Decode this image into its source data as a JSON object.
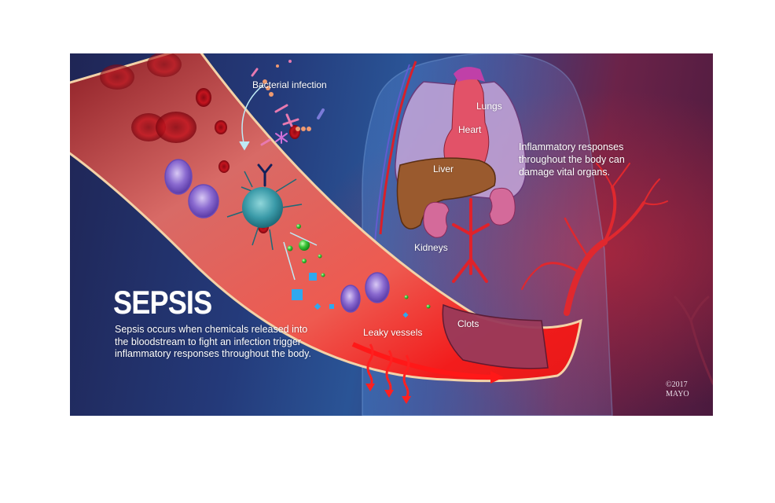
{
  "figure": {
    "title": "SEPSIS",
    "description": "Sepsis occurs when chemicals released into the bloodstream to fight an infection trigger inflammatory responses throughout the body.",
    "organs_description": "Inflammatory responses throughout the body can damage vital organs.",
    "copyright_line1": "©2017",
    "copyright_line2": "MAYO"
  },
  "labels": {
    "bacterial_infection": "Bacterial infection",
    "lungs": "Lungs",
    "heart": "Heart",
    "liver": "Liver",
    "kidneys": "Kidneys",
    "leaky_vessels": "Leaky vessels",
    "clots": "Clots"
  },
  "colors": {
    "background_blue": "#2a5496",
    "background_navy": "#1f2555",
    "background_maroon": "#6b2349",
    "vessel_red": "#e8282a",
    "vessel_wall": "#f3d2a8",
    "immune_cell_teal": "#3a9aa8",
    "white_cell_purple": "#8a6ad0",
    "cytokine_green": "#3ec83a",
    "cytokine_blue": "#2fa8ee",
    "liver_brown": "#9a5a2e",
    "kidney_pink": "#d46a9a",
    "lung_lavender": "#c8a0d0"
  }
}
